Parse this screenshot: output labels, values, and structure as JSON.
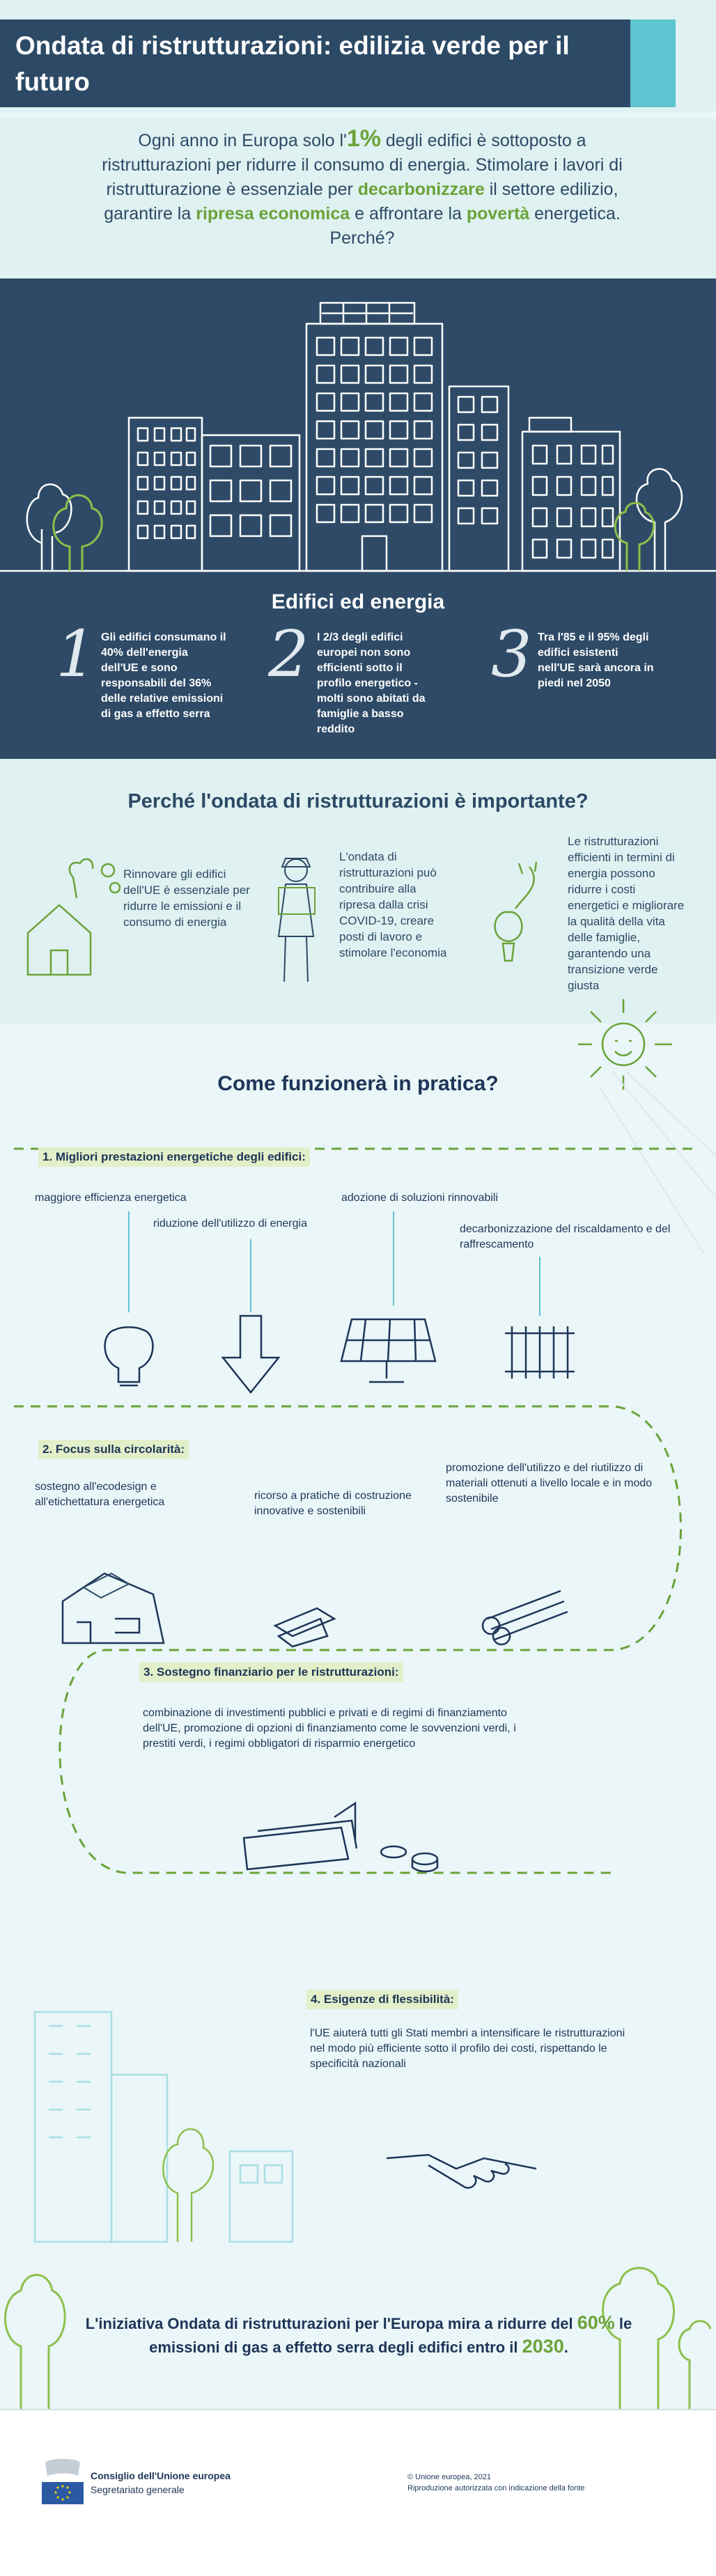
{
  "header": {
    "title": "Ondata di ristrutturazioni: edilizia verde per il futuro"
  },
  "intro": {
    "p1": "Ogni anno in Europa solo l'",
    "pct": "1%",
    "p2": " degli edifici è sottoposto a ristrutturazioni per ridurre il consumo di energia. Stimolare i lavori di ristrutturazione è essenziale per ",
    "h1": "decarbonizzare",
    "p3": " il settore edilizio, garantire la ",
    "h2": "ripresa economica",
    "p4": " e affrontare la ",
    "h3": "povertà",
    "p5": " energetica. Perché?"
  },
  "energy": {
    "title": "Edifici ed energia",
    "items": [
      {
        "num": "1",
        "text": "Gli edifici consumano il 40% dell'energia dell'UE e sono responsabili del 36% delle relative emissioni di gas a effetto serra"
      },
      {
        "num": "2",
        "text": "I 2/3 degli edifici europei non sono efficienti sotto il profilo energetico - molti sono abitati da famiglie a basso reddito"
      },
      {
        "num": "3",
        "text": "Tra l'85 e il 95% degli edifici esistenti nell'UE sarà ancora in piedi nel 2050"
      }
    ]
  },
  "why": {
    "title": "Perché l'ondata di ristrutturazioni è importante?",
    "items": [
      {
        "text": "Rinnovare gli edifici dell'UE è essenziale per ridurre le emissioni e il consumo di energia"
      },
      {
        "text": "L'ondata di ristrutturazioni può contribuire alla ripresa dalla crisi COVID-19, creare posti di lavoro e stimolare l'economia"
      },
      {
        "text": "Le ristrutturazioni efficienti in termini di energia possono ridurre i costi energetici e migliorare la qualità della vita delle famiglie, garantendo una transizione verde giusta"
      }
    ]
  },
  "how": {
    "title": "Come funzionerà in pratica?",
    "s1": {
      "head": "1. Migliori prestazioni energetiche degli edifici:",
      "a": "maggiore efficienza energetica",
      "b": "riduzione dell'utilizzo di energia",
      "c": "adozione di soluzioni rinnovabili",
      "d": "decarbonizzazione del riscaldamento e del raffrescamento"
    },
    "s2": {
      "head": "2. Focus sulla circolarità:",
      "a": "sostegno all'ecodesign e all'etichettatura energetica",
      "b": "ricorso a pratiche di costruzione innovative e sostenibili",
      "c": "promozione dell'utilizzo e del riutilizzo di materiali ottenuti a livello locale e in modo sostenibile"
    },
    "s3": {
      "head": "3. Sostegno finanziario per le ristrutturazioni:",
      "a": "combinazione di investimenti pubblici e privati e di regimi di finanziamento dell'UE, promozione di opzioni di finanziamento come le sovvenzioni verdi, i prestiti verdi, i regimi obbligatori di risparmio energetico"
    },
    "s4": {
      "head": "4. Esigenze di flessibilità:",
      "a": "l'UE aiuterà tutti gli Stati membri a intensificare le ristrutturazioni nel modo più efficiente sotto il profilo dei costi, rispettando le specificità nazionali"
    }
  },
  "conclusion": {
    "p1": "L'iniziativa Ondata di ristrutturazioni per l'Europa mira a ridurre del ",
    "pct": "60%",
    "p2": " le emissioni di gas a effetto serra degli edifici entro il ",
    "year": "2030",
    "p3": "."
  },
  "footer": {
    "council": "Consiglio dell'Unione europea",
    "secretariat": "Segretariato generale",
    "copyright": "© Unione europea, 2021",
    "repro": "Riproduzione autorizzata con indicazione della fonte"
  },
  "colors": {
    "navy": "#2c4a66",
    "teal": "#5ec4cf",
    "green": "#6aa339",
    "light": "#dff1f1"
  }
}
